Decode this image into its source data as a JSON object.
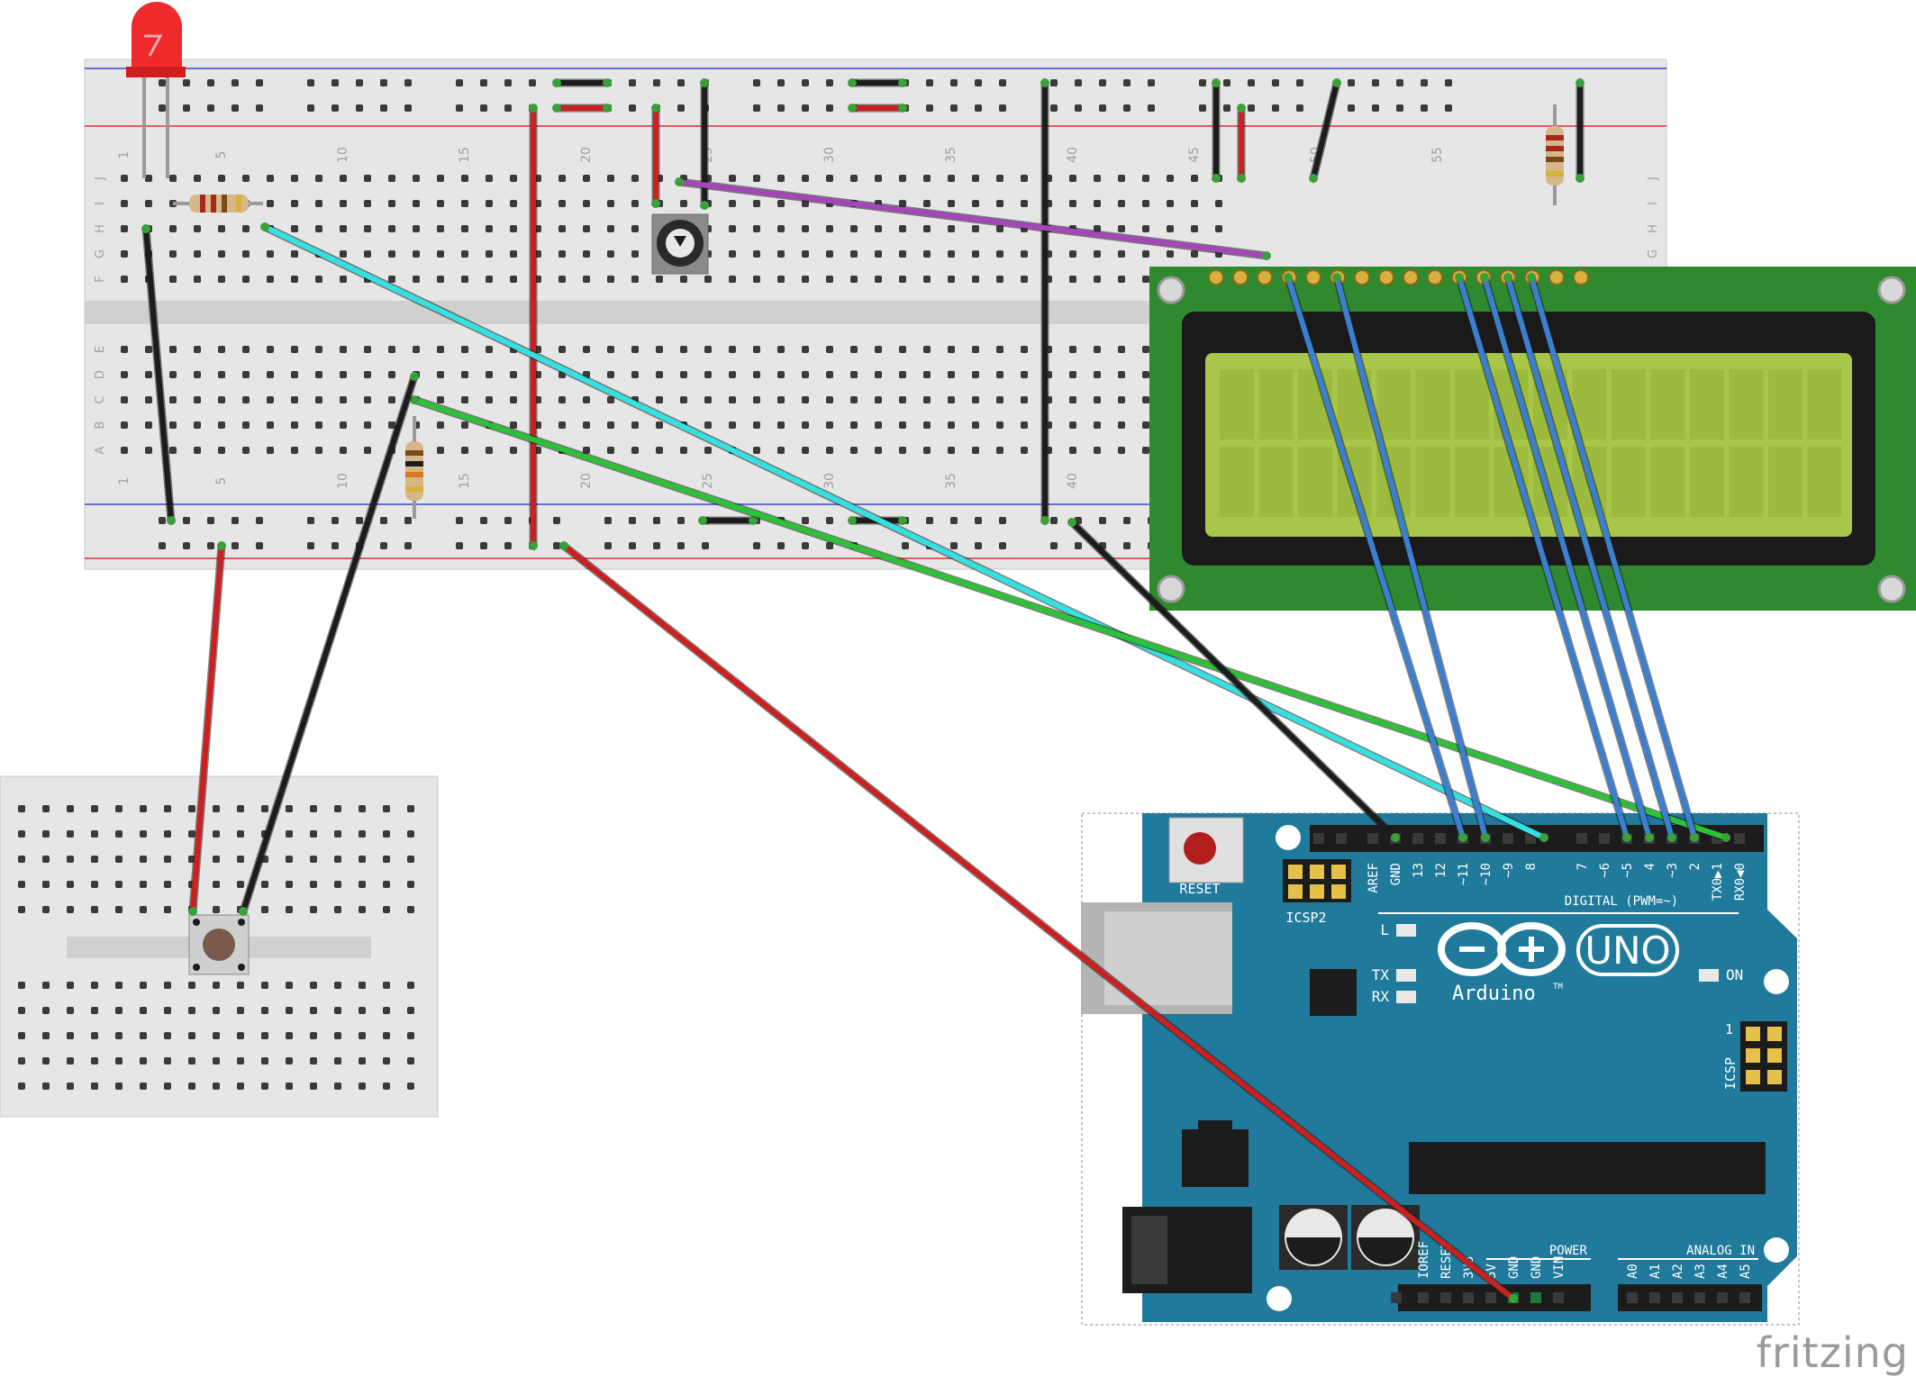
{
  "app": {
    "logo_text": "fritzing"
  },
  "breadboard": {
    "row_letters_top": [
      "J",
      "I",
      "H",
      "G",
      "F"
    ],
    "row_letters_bottom": [
      "E",
      "D",
      "C",
      "B",
      "A"
    ],
    "column_numbers": [
      "1",
      "5",
      "10",
      "15",
      "20",
      "25",
      "30",
      "35",
      "40",
      "45",
      "50",
      "55"
    ]
  },
  "arduino": {
    "reset_label": "RESET",
    "icsp2_label": "ICSP2",
    "icsp_label": "ICSP",
    "icsp_pin1": "1",
    "digital_header": [
      "AREF",
      "GND",
      "13",
      "12",
      "~11",
      "~10",
      "~9",
      "8",
      "7",
      "~6",
      "~5",
      "4",
      "~3",
      "2",
      "TX0▶1",
      "RX0◀0"
    ],
    "digital_label": "DIGITAL (PWM=~)",
    "l_label": "L",
    "tx_label": "TX",
    "rx_label": "RX",
    "on_label": "ON",
    "uno_label": "UNO",
    "brand_label": "Arduino",
    "tm": "TM",
    "power_header": [
      "IOREF",
      "RESET",
      "3V3",
      "5V",
      "GND",
      "GND",
      "VIN"
    ],
    "power_label": "POWER",
    "analog_header": [
      "A0",
      "A1",
      "A2",
      "A3",
      "A4",
      "A5"
    ],
    "analog_label": "ANALOG IN"
  },
  "wire_colors": {
    "red": "#cc1f1f",
    "black": "#1c1c1c",
    "blue": "#3a7fd0",
    "cyan": "#35e0e0",
    "green": "#2bc236",
    "purple": "#a347b8"
  },
  "board_colors": {
    "arduino": "#1f7a9c",
    "lcd_pcb": "#2f8a2f",
    "lcd_screen": "#a8c64a"
  }
}
